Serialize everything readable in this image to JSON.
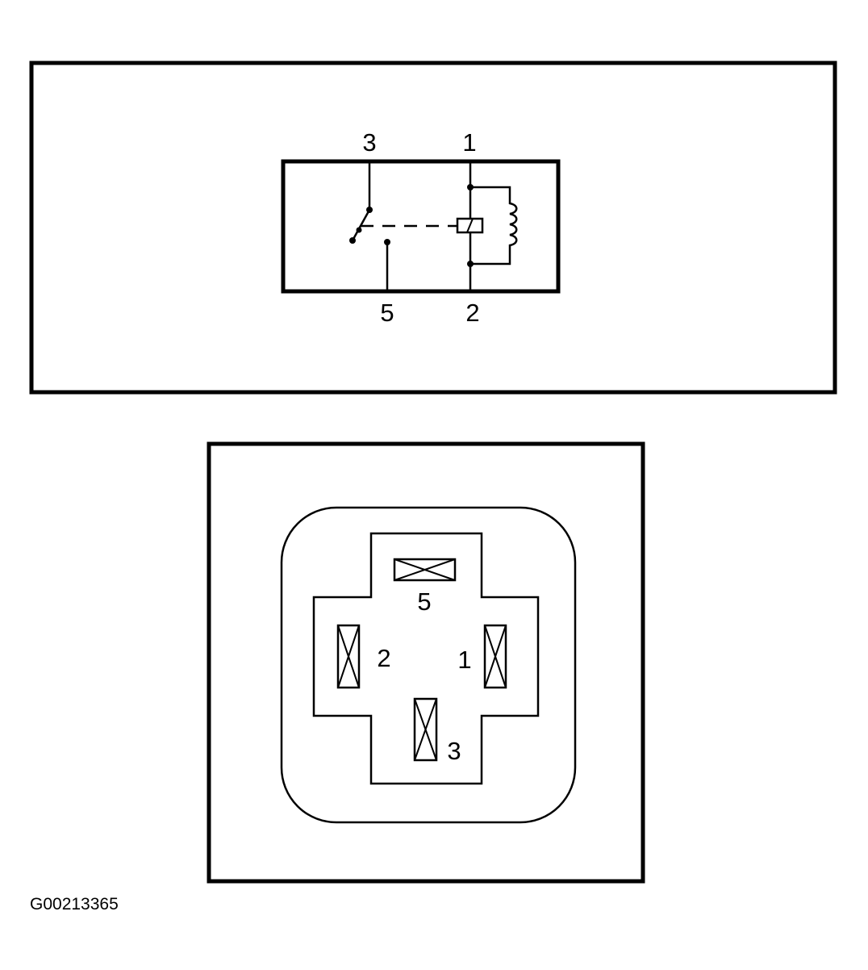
{
  "schematic": {
    "pins": {
      "top_left": "3",
      "top_right": "1",
      "bottom_left": "5",
      "bottom_right": "2"
    }
  },
  "connector": {
    "pins": {
      "top": "5",
      "left": "2",
      "right": "1",
      "bottom": "3"
    }
  },
  "figure_id": "G00213365"
}
